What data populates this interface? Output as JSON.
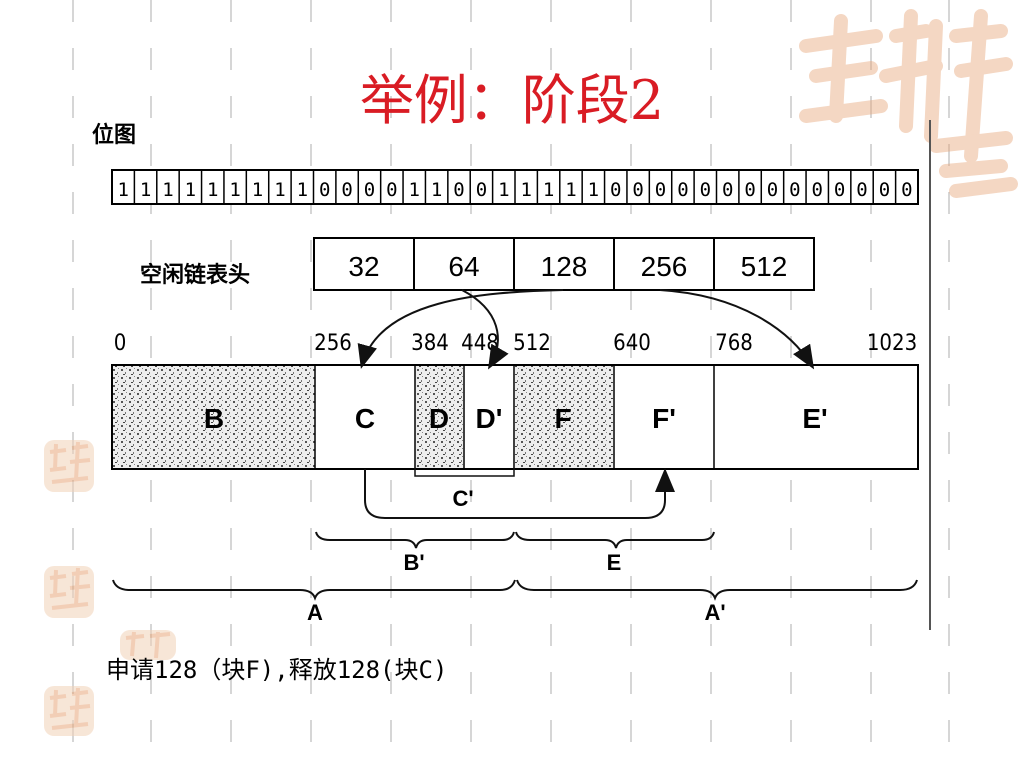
{
  "title": "举例：阶段2",
  "bitmap_label": "位图",
  "bitmap": [
    "1",
    "1",
    "1",
    "1",
    "1",
    "1",
    "1",
    "1",
    "1",
    "0",
    "0",
    "0",
    "0",
    "1",
    "1",
    "0",
    "0",
    "1",
    "1",
    "1",
    "1",
    "1",
    "0",
    "0",
    "0",
    "0",
    "0",
    "0",
    "0",
    "0",
    "0",
    "0",
    "0",
    "0",
    "0",
    "0"
  ],
  "freelist_label": "空闲链表头",
  "freelist": [
    "32",
    "64",
    "128",
    "256",
    "512"
  ],
  "addresses": [
    "0",
    "256",
    "384",
    "448",
    "512",
    "640",
    "768",
    "1023"
  ],
  "blocks": [
    "B",
    "C",
    "D",
    "D'",
    "F",
    "F'",
    "E'"
  ],
  "brace_labels": [
    "C'",
    "B'",
    "E",
    "A",
    "A'"
  ],
  "caption": "申请128（块F),释放128(块C)",
  "colors": {
    "title": "#d91c24",
    "stamp": "#e8a77b"
  }
}
